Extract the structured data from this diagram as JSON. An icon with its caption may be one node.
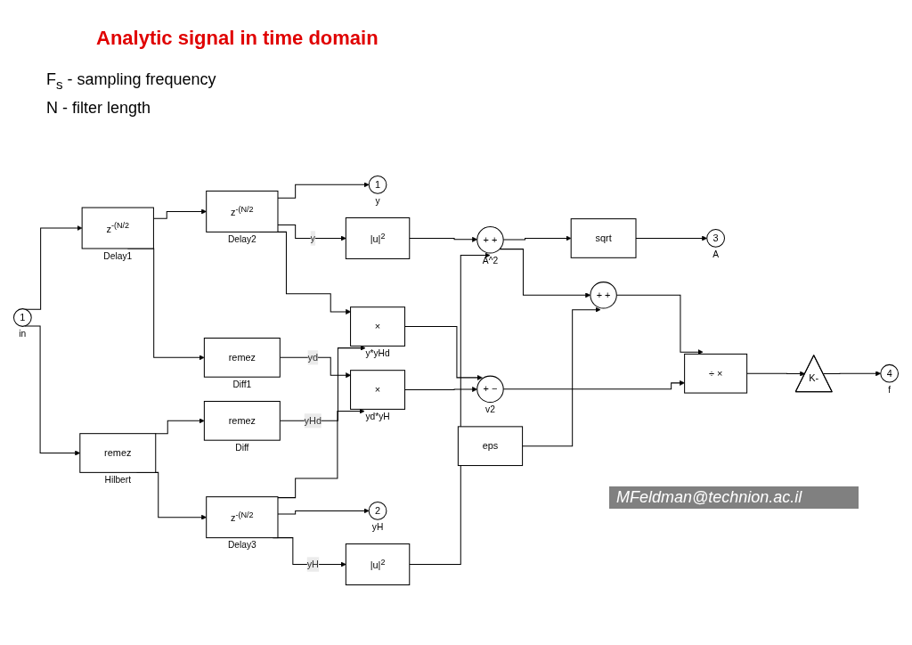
{
  "diagram": {
    "title": "Analytic signal in time domain",
    "nodes": [
      {
        "text": [
          "1"
        ],
        "beside": [
          "in"
        ]
      },
      {
        "text": [
          "z$^{-(N/2}$"
        ],
        "beside": [
          "Delay1"
        ]
      },
      {
        "text": [
          "remez"
        ],
        "beside": [
          "Hilbert"
        ]
      },
      {
        "text": [
          "z$^{-(N/2}$"
        ],
        "beside": [
          "Delay2"
        ]
      },
      {
        "text": [
          "remez"
        ],
        "beside": [
          "Diff1"
        ]
      },
      {
        "text": [
          "remez"
        ],
        "beside": [
          "Diff"
        ]
      },
      {
        "text": [
          "z$^{-(N/2}$"
        ],
        "beside": [
          "Delay3"
        ]
      },
      {
        "text": [
          "|u|$^{2}$"
        ]
      },
      {
        "text": [
          "×"
        ],
        "beside": [
          "y*yHd"
        ]
      },
      {
        "text": [
          "×"
        ],
        "beside": [
          "yd*yH"
        ]
      },
      {
        "text": [
          "|u|$^{2}$"
        ]
      },
      {
        "text": [
          "+ +"
        ],
        "beside": [
          "A^2"
        ]
      },
      {
        "text": [
          "+ −"
        ],
        "beside": [
          "v2"
        ]
      },
      {
        "text": [
          "sqrt"
        ]
      },
      {
        "text": [
          "+ +"
        ]
      },
      {
        "text": [
          "eps"
        ]
      },
      {
        "text": [
          "÷ ×"
        ]
      },
      {
        "text": [
          "K-"
        ]
      },
      {
        "text": [
          "1"
        ],
        "beside": [
          "y"
        ]
      },
      {
        "text": [
          "3"
        ],
        "beside": [
          "A"
        ]
      },
      {
        "text": [
          "4"
        ],
        "beside": [
          "f"
        ]
      },
      {
        "text": [
          "2"
        ],
        "beside": [
          "yH"
        ]
      }
    ],
    "edges": [
      {
        "from": 0,
        "to": 1,
        "arrow": "to"
      },
      {
        "from": 0,
        "to": 2,
        "arrow": "to"
      },
      {
        "from": 1,
        "to": 3,
        "arrow": "to"
      },
      {
        "from": 1,
        "to": 4,
        "arrow": "to"
      },
      {
        "from": 2,
        "to": 5,
        "arrow": "to"
      },
      {
        "from": 2,
        "to": 6,
        "arrow": "to"
      },
      {
        "from": 3,
        "to": 18,
        "arrow": "to"
      },
      {
        "from": 3,
        "to": 7,
        "arrow": "to",
        "label": "y"
      },
      {
        "from": 3,
        "to": 8,
        "arrow": "to"
      },
      {
        "from": 5,
        "to": 8,
        "arrow": "to",
        "label": "yHd"
      },
      {
        "from": 4,
        "to": 9,
        "arrow": "to",
        "label": "yd"
      },
      {
        "from": 6,
        "to": 9,
        "arrow": "to"
      },
      {
        "from": 6,
        "to": 21,
        "arrow": "to"
      },
      {
        "from": 6,
        "to": 10,
        "arrow": "to",
        "label": "yH"
      },
      {
        "from": 7,
        "to": 11,
        "arrow": "to"
      },
      {
        "from": 10,
        "to": 11,
        "arrow": "to"
      },
      {
        "from": 8,
        "to": 12,
        "arrow": "to"
      },
      {
        "from": 9,
        "to": 12,
        "arrow": "to"
      },
      {
        "from": 11,
        "to": 13,
        "arrow": "to"
      },
      {
        "from": 13,
        "to": 19,
        "arrow": "to"
      },
      {
        "from": 11,
        "to": 14,
        "arrow": "to"
      },
      {
        "from": 15,
        "to": 14,
        "arrow": "to"
      },
      {
        "from": 14,
        "to": 16,
        "arrow": "to"
      },
      {
        "from": 12,
        "to": 16,
        "arrow": "to"
      },
      {
        "from": 16,
        "to": 17,
        "arrow": "to"
      },
      {
        "from": 17,
        "to": 20,
        "arrow": "to"
      }
    ],
    "labels": [
      "F$_{s}$ - sampling frequency",
      "N - filter length",
      "MFeldman@technion.ac.il"
    ]
  }
}
